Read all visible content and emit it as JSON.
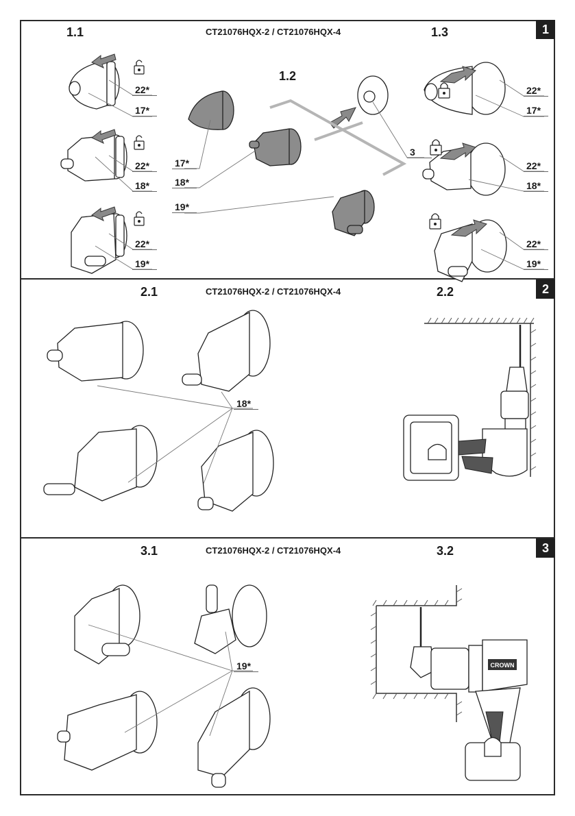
{
  "sections": [
    {
      "badge": "1",
      "model": "CT21076HQX-2 / CT21076HQX-4",
      "figures": [
        {
          "label": "1.1",
          "items": [
            {
              "lock": "unlocked",
              "callouts": [
                "22*",
                "17*"
              ]
            },
            {
              "lock": "unlocked",
              "callouts": [
                "22*",
                "18*"
              ]
            },
            {
              "lock": "unlocked",
              "callouts": [
                "22*",
                "19*"
              ]
            }
          ]
        },
        {
          "label": "1.2",
          "callouts": [
            "17*",
            "18*",
            "19*",
            "3"
          ]
        },
        {
          "label": "1.3",
          "items": [
            {
              "lock": "locked",
              "callouts": [
                "22*",
                "17*"
              ]
            },
            {
              "lock": "locked",
              "callouts": [
                "22*",
                "18*"
              ]
            },
            {
              "lock": "locked",
              "callouts": [
                "22*",
                "19*"
              ]
            }
          ]
        }
      ]
    },
    {
      "badge": "2",
      "model": "CT21076HQX-2 / CT21076HQX-4",
      "figures": [
        {
          "label": "2.1",
          "callouts": [
            "18*"
          ]
        },
        {
          "label": "2.2"
        }
      ]
    },
    {
      "badge": "3",
      "model": "CT21076HQX-2 / CT21076HQX-4",
      "figures": [
        {
          "label": "3.1",
          "callouts": [
            "19*"
          ]
        },
        {
          "label": "3.2",
          "brand": "CROWN"
        }
      ]
    }
  ],
  "colors": {
    "badge_bg": "#1f1f1f",
    "part_grey": "#8c8c8c",
    "line": "#2a2a2a"
  }
}
